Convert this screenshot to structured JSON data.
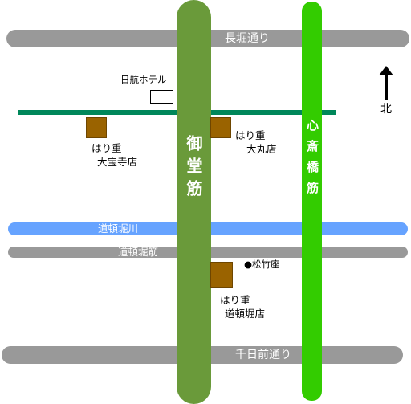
{
  "roads": {
    "nagahori": "長堀通り",
    "dotonbori_river": "道頓堀川",
    "dotonbori_suji": "道頓堀筋",
    "sennichimae": "千日前通り",
    "midosuji": "御堂筋",
    "shinsaibashi_suji": "心斎橋筋"
  },
  "landmarks": {
    "hotel": "日航ホテル",
    "shochikuza": "●松竹座"
  },
  "compass": {
    "north": "北"
  },
  "stores": [
    {
      "line1": "はり重",
      "line2": "大宝寺店"
    },
    {
      "line1": "はり重",
      "line2": "大丸店"
    },
    {
      "line1": "はり重",
      "line2": "道頓堀店"
    }
  ],
  "colors": {
    "gray_road": "#999999",
    "midosuji": "#6a9a3a",
    "shinsaibashi": "#33cc00",
    "river": "#66a3ff",
    "green_street": "#00875a",
    "store": "#9a6300"
  }
}
